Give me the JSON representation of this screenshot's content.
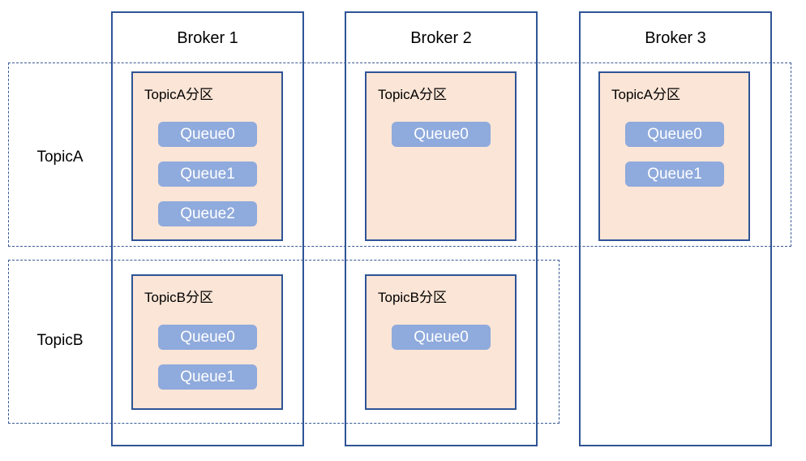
{
  "colors": {
    "line": "#2F5496",
    "dash_line": "#3A5A96",
    "partition_fill": "#FBE5D6",
    "queue_fill": "#8FAADC",
    "queue_text": "#FFFFFF",
    "text": "#000000",
    "bg": "#FFFFFF"
  },
  "brokers": [
    {
      "label": "Broker 1"
    },
    {
      "label": "Broker 2"
    },
    {
      "label": "Broker 3"
    }
  ],
  "topics": [
    {
      "label": "TopicA",
      "partitions": [
        {
          "broker": "Broker 1",
          "label": "TopicA分区",
          "queues": [
            "Queue0",
            "Queue1",
            "Queue2"
          ]
        },
        {
          "broker": "Broker 2",
          "label": "TopicA分区",
          "queues": [
            "Queue0"
          ]
        },
        {
          "broker": "Broker 3",
          "label": "TopicA分区",
          "queues": [
            "Queue0",
            "Queue1"
          ]
        }
      ]
    },
    {
      "label": "TopicB",
      "partitions": [
        {
          "broker": "Broker 1",
          "label": "TopicB分区",
          "queues": [
            "Queue0",
            "Queue1"
          ]
        },
        {
          "broker": "Broker 2",
          "label": "TopicB分区",
          "queues": [
            "Queue0"
          ]
        }
      ]
    }
  ]
}
